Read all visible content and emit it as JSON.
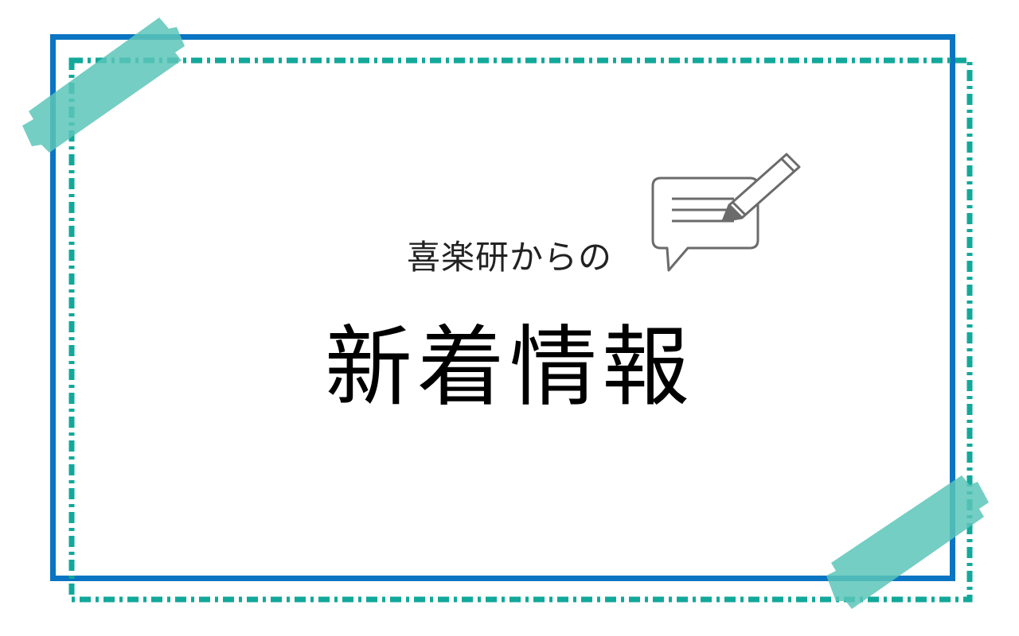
{
  "banner": {
    "subtitle": "喜楽研からの",
    "title": "新着情報"
  },
  "icons": {
    "memo": "speech-bubble-pencil-icon",
    "tape_top_left": "masking-tape",
    "tape_bottom_right": "masking-tape"
  },
  "colors": {
    "frame_solid": "#0a75c2",
    "frame_dashed": "#12a89a",
    "tape": "#5cc6b8",
    "icon_stroke": "#6b6b6b",
    "title_text": "#000000"
  }
}
